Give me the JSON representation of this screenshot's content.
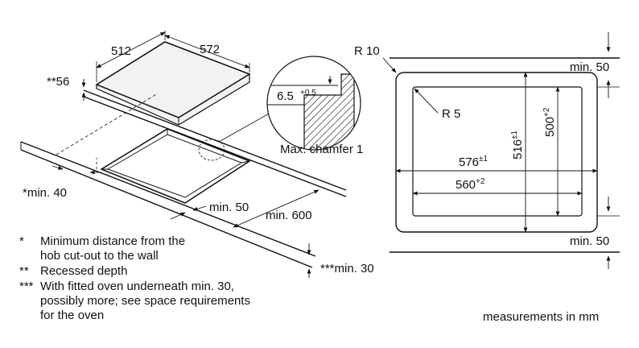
{
  "hob": {
    "width": "572",
    "depth": "512",
    "recessed_depth": "**56",
    "min_wall": "*min. 40",
    "min_front": "min. 50",
    "min_worktop": "min. 600",
    "min_oven": "***min. 30"
  },
  "detail": {
    "depth_value": "6.5",
    "depth_tol": "+0.5",
    "chamfer": "Max. chamfer 1"
  },
  "cutout": {
    "outer_radius": "R 10",
    "inner_radius": "R 5",
    "min_top": "min. 50",
    "min_bottom": "min. 50",
    "outer_width": "576",
    "outer_width_tol": "±1",
    "outer_height": "516",
    "outer_height_tol": "±1",
    "inner_width": "560",
    "inner_width_tol": "+2",
    "inner_height": "500",
    "inner_height_tol": "+2"
  },
  "notes": [
    {
      "marker": "*",
      "lines": [
        "Minimum distance from the",
        "hob cut-out to the wall"
      ]
    },
    {
      "marker": "**",
      "lines": [
        "Recessed depth"
      ]
    },
    {
      "marker": "***",
      "lines": [
        "With fitted oven underneath min. 30,",
        "possibly more; see space requirements",
        "for the oven"
      ]
    }
  ],
  "units_note": "measurements in mm"
}
